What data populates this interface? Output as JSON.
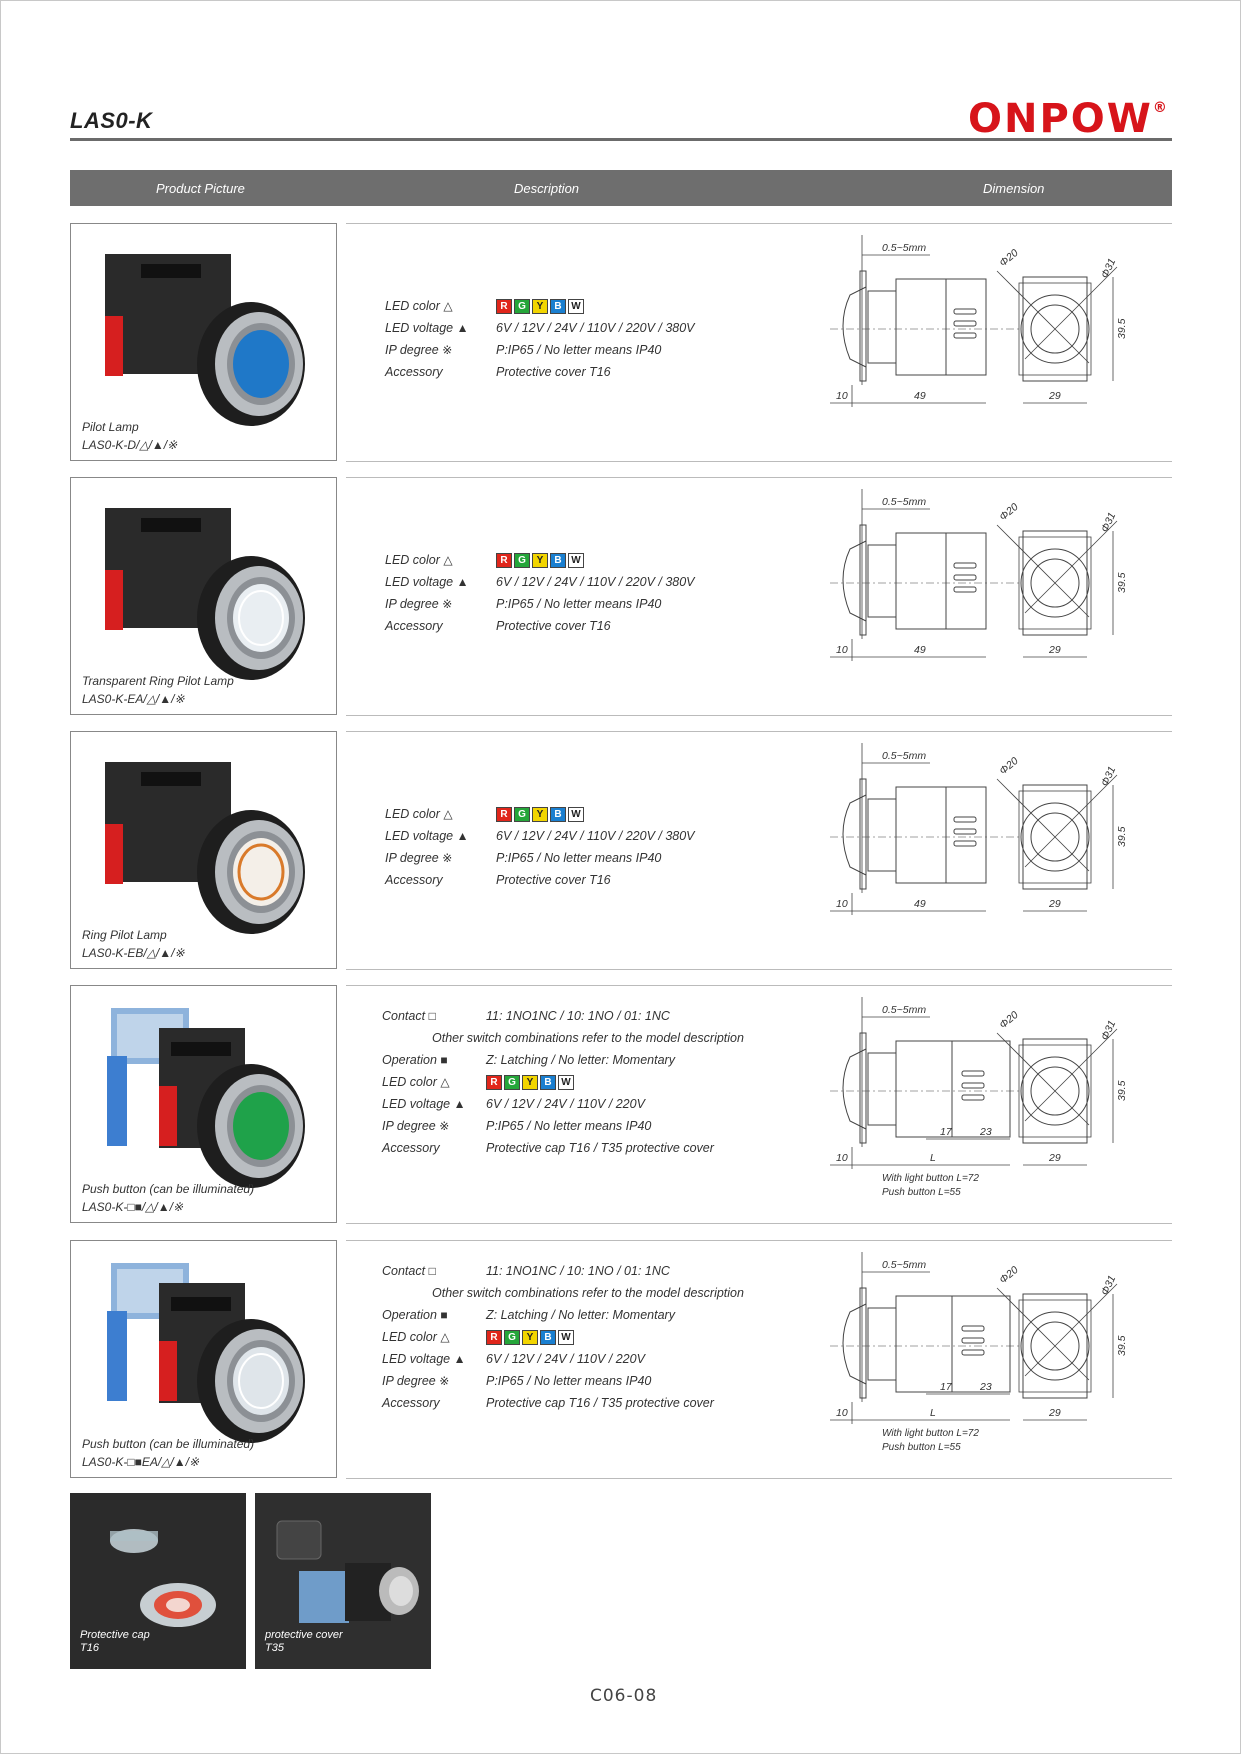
{
  "document": {
    "model": "LAS0-K",
    "brand": "ONPOW",
    "brand_mark": "®",
    "page_number": "C06-08"
  },
  "header": {
    "col_picture": "Product Picture",
    "col_description": "Description",
    "col_dimension": "Dimension"
  },
  "led_chips": [
    {
      "letter": "R",
      "color": "#e0261b"
    },
    {
      "letter": "G",
      "color": "#25a63a"
    },
    {
      "letter": "Y",
      "color": "#f2d500"
    },
    {
      "letter": "B",
      "color": "#1a7fd0"
    },
    {
      "letter": "W",
      "color": "#ffffff"
    }
  ],
  "products": [
    {
      "name": "Pilot Lamp",
      "code": "LAS0-K-D/△/▲/※",
      "lens_color": "#1f78c8",
      "specs": [
        {
          "label": "LED color",
          "symbol": "△",
          "value": "",
          "chips": true
        },
        {
          "label": "LED voltage",
          "symbol": "▲",
          "value": "6V / 12V / 24V / 110V / 220V / 380V"
        },
        {
          "label": "IP degree",
          "symbol": "※",
          "value": "P:IP65 / No letter means IP40"
        },
        {
          "label": "Accessory",
          "symbol": "",
          "value": "Protective cover T16"
        }
      ],
      "dims": {
        "panel": "0.5~5mm",
        "front": "10",
        "body": "49",
        "width": "29",
        "height": "39.5",
        "d1": "Φ20",
        "d2": "Φ31"
      }
    },
    {
      "name": "Transparent Ring Pilot Lamp",
      "code": "LAS0-K-EA/△/▲/※",
      "lens_color": "#e9eef2",
      "specs": [
        {
          "label": "LED color",
          "symbol": "△",
          "value": "",
          "chips": true
        },
        {
          "label": "LED voltage",
          "symbol": "▲",
          "value": "6V / 12V / 24V / 110V / 220V / 380V"
        },
        {
          "label": "IP degree",
          "symbol": "※",
          "value": "P:IP65 / No letter means IP40"
        },
        {
          "label": "Accessory",
          "symbol": "",
          "value": "Protective cover T16"
        }
      ],
      "dims": {
        "panel": "0.5~5mm",
        "front": "10",
        "body": "49",
        "width": "29",
        "height": "39.5",
        "d1": "Φ20",
        "d2": "Φ31"
      }
    },
    {
      "name": "Ring Pilot Lamp",
      "code": "LAS0-K-EB/△/▲/※",
      "lens_color": "#f4efe8",
      "specs": [
        {
          "label": "LED color",
          "symbol": "△",
          "value": "",
          "chips": true
        },
        {
          "label": "LED voltage",
          "symbol": "▲",
          "value": "6V / 12V / 24V / 110V / 220V / 380V"
        },
        {
          "label": "IP degree",
          "symbol": "※",
          "value": "P:IP65 / No letter means IP40"
        },
        {
          "label": "Accessory",
          "symbol": "",
          "value": "Protective cover T16"
        }
      ],
      "dims": {
        "panel": "0.5~5mm",
        "front": "10",
        "body": "49",
        "width": "29",
        "height": "39.5",
        "d1": "Φ20",
        "d2": "Φ31"
      }
    },
    {
      "name": "Push button (can be illuminated)",
      "code": "LAS0-K-□■/△/▲/※",
      "lens_color": "#1fa24a",
      "specs": [
        {
          "label": "Contact",
          "symbol": "□",
          "value": "11: 1NO1NC / 10: 1NO / 01: 1NC"
        },
        {
          "label": "",
          "symbol": "",
          "value": "Other switch combinations refer to the model description",
          "indent": true
        },
        {
          "label": "Operation",
          "symbol": "■",
          "value": "Z: Latching / No letter: Momentary"
        },
        {
          "label": "LED color",
          "symbol": "△",
          "value": "",
          "chips": true
        },
        {
          "label": "LED voltage",
          "symbol": "▲",
          "value": "6V / 12V / 24V / 110V / 220V"
        },
        {
          "label": "IP degree",
          "symbol": "※",
          "value": "P:IP65 / No letter means IP40"
        },
        {
          "label": "Accessory",
          "symbol": "",
          "value": "Protective cap T16 / T35 protective cover"
        }
      ],
      "dims": {
        "panel": "0.5~5mm",
        "front": "10",
        "body": "L",
        "seg1": "17",
        "seg2": "23",
        "width": "29",
        "height": "39.5",
        "d1": "Φ20",
        "d2": "Φ31",
        "note1": "With light button L=72",
        "note2": "Push button L=55"
      }
    },
    {
      "name": "Push button (can be illuminated)",
      "code": "LAS0-K-□■EA/△/▲/※",
      "lens_color": "#dfe5ea",
      "specs": [
        {
          "label": "Contact",
          "symbol": "□",
          "value": "11: 1NO1NC / 10: 1NO / 01: 1NC"
        },
        {
          "label": "",
          "symbol": "",
          "value": "Other switch combinations refer to the model description",
          "indent": true
        },
        {
          "label": "Operation",
          "symbol": "■",
          "value": "Z: Latching / No letter: Momentary"
        },
        {
          "label": "LED color",
          "symbol": "△",
          "value": "",
          "chips": true
        },
        {
          "label": "LED voltage",
          "symbol": "▲",
          "value": "6V / 12V / 24V / 110V / 220V"
        },
        {
          "label": "IP degree",
          "symbol": "※",
          "value": "P:IP65 / No letter means IP40"
        },
        {
          "label": "Accessory",
          "symbol": "",
          "value": "Protective cap T16 / T35 protective cover"
        }
      ],
      "dims": {
        "panel": "0.5~5mm",
        "front": "10",
        "body": "L",
        "seg1": "17",
        "seg2": "23",
        "width": "29",
        "height": "39.5",
        "d1": "Φ20",
        "d2": "Φ31",
        "note1": "With light button L=72",
        "note2": "Push button L=55"
      }
    }
  ],
  "accessories": [
    {
      "line1": "Protective cap",
      "line2": "T16"
    },
    {
      "line1": "protective cover",
      "line2": "T35"
    }
  ]
}
